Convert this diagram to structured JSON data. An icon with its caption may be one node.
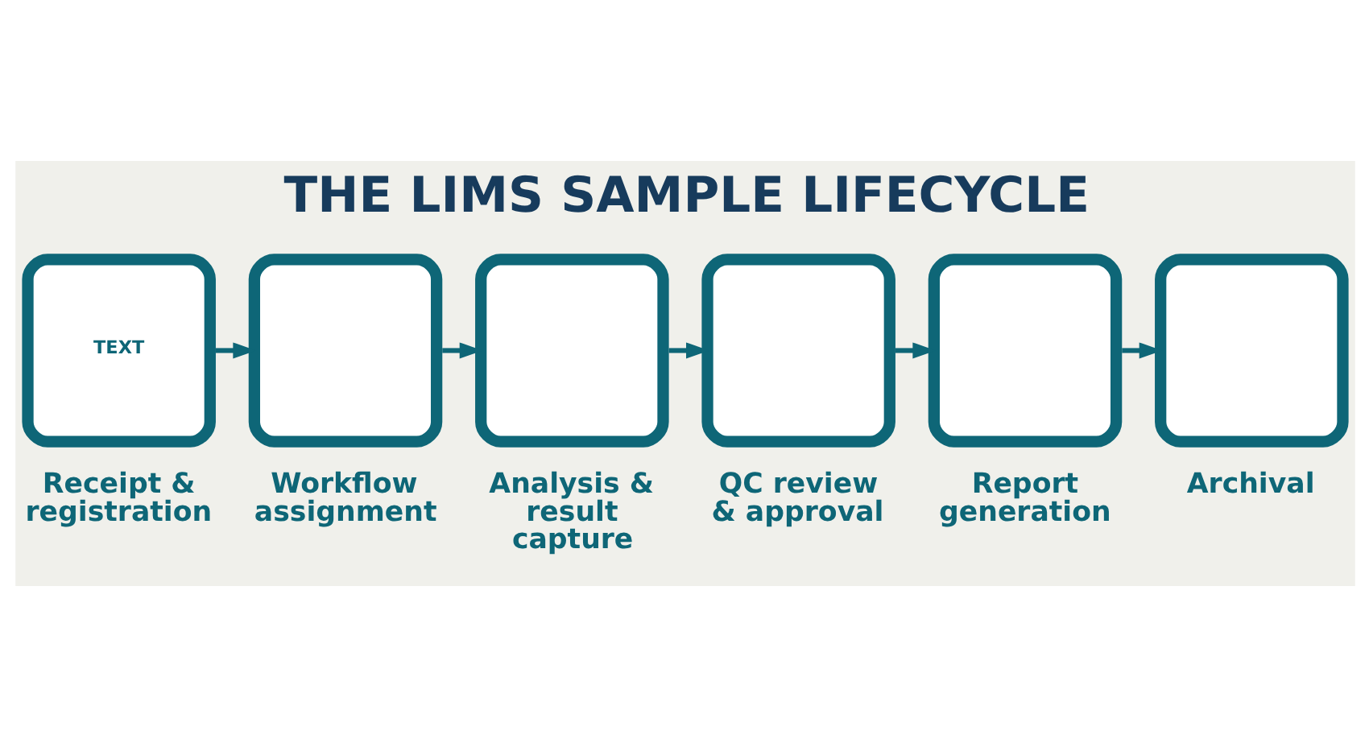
{
  "diagram": {
    "title": "THE LIMS SAMPLE LIFECYCLE",
    "nodes": [
      {
        "text": [
          "TEXT",
          "Receipt & registration"
        ]
      },
      {
        "text": [
          "Workflow assignment"
        ]
      },
      {
        "text": [
          "Analysis & result capture"
        ]
      },
      {
        "text": [
          "QC review & approval"
        ]
      },
      {
        "text": [
          "Report generation"
        ]
      },
      {
        "text": [
          "Archival"
        ]
      }
    ],
    "edges": [
      {
        "from": 0,
        "to": 1,
        "arrow": "to"
      },
      {
        "from": 1,
        "to": 2,
        "arrow": "to"
      },
      {
        "from": 2,
        "to": 3,
        "arrow": "to"
      },
      {
        "from": 3,
        "to": 4,
        "arrow": "to"
      },
      {
        "from": 4,
        "to": 5,
        "arrow": "to"
      }
    ]
  }
}
